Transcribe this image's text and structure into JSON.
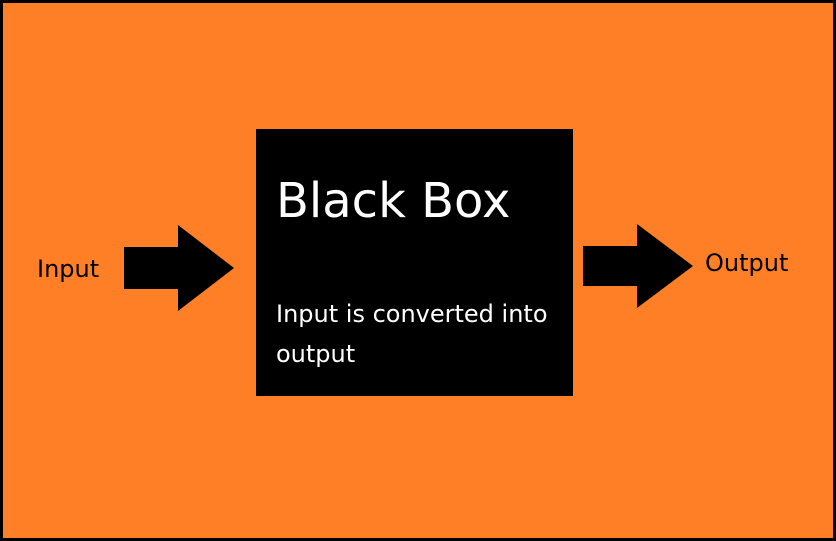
{
  "diagram": {
    "input_label": "Input",
    "output_label": "Output",
    "box_title": "Black Box",
    "box_description": "Input is converted into output"
  },
  "colors": {
    "background": "#FF7F27",
    "box": "#000000",
    "box_text": "#FFFFFF",
    "arrow": "#000000",
    "label_text": "#000000"
  },
  "icons": {
    "input_arrow": "right-arrow-icon",
    "output_arrow": "right-arrow-icon"
  }
}
